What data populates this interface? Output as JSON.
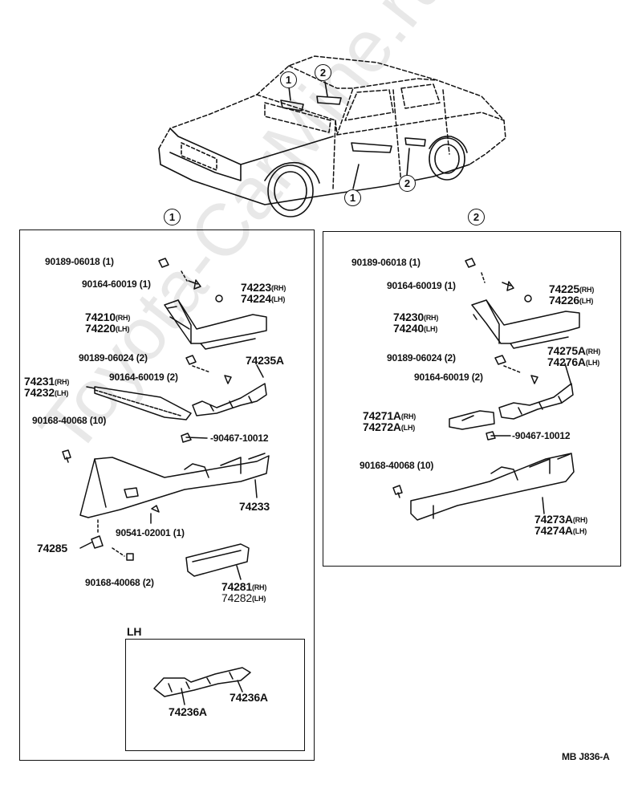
{
  "watermark": "Toyota-CarMine.ru",
  "callouts": {
    "one": "1",
    "two": "2"
  },
  "panel_left": {
    "parts": [
      {
        "num": "90189-06018",
        "qty": "(1)"
      },
      {
        "num": "90164-60019",
        "qty": "(1)"
      },
      {
        "num": "74223",
        "side": "(RH)"
      },
      {
        "num": "74224",
        "side": "(LH)"
      },
      {
        "num": "74210",
        "side": "(RH)"
      },
      {
        "num": "74220",
        "side": "(LH)"
      },
      {
        "num": "90189-06024",
        "qty": "(2)"
      },
      {
        "num": "74235A"
      },
      {
        "num": "74231",
        "side": "(RH)"
      },
      {
        "num": "74232",
        "side": "(LH)"
      },
      {
        "num": "90164-60019",
        "qty": "(2)"
      },
      {
        "num": "90168-40068",
        "qty": "(10)"
      },
      {
        "num": "90467-10012"
      },
      {
        "num": "74233"
      },
      {
        "num": "90541-02001",
        "qty": "(1)"
      },
      {
        "num": "74285"
      },
      {
        "num": "90168-40068",
        "qty": "(2)"
      },
      {
        "num": "74281",
        "side": "(RH)"
      },
      {
        "num": "74282",
        "side": "(LH)"
      }
    ],
    "inset": {
      "title": "LH",
      "parts": [
        "74236A",
        "74236A"
      ]
    }
  },
  "panel_right": {
    "parts": [
      {
        "num": "90189-06018",
        "qty": "(1)"
      },
      {
        "num": "90164-60019",
        "qty": "(1)"
      },
      {
        "num": "74225",
        "side": "(RH)"
      },
      {
        "num": "74226",
        "side": "(LH)"
      },
      {
        "num": "74230",
        "side": "(RH)"
      },
      {
        "num": "74240",
        "side": "(LH)"
      },
      {
        "num": "90189-06024",
        "qty": "(2)"
      },
      {
        "num": "74275A",
        "side": "(RH)"
      },
      {
        "num": "74276A",
        "side": "(LH)"
      },
      {
        "num": "90164-60019",
        "qty": "(2)"
      },
      {
        "num": "74271A",
        "side": "(RH)"
      },
      {
        "num": "74272A",
        "side": "(LH)"
      },
      {
        "num": "90467-10012"
      },
      {
        "num": "90168-40068",
        "qty": "(10)"
      },
      {
        "num": "74273A",
        "side": "(RH)"
      },
      {
        "num": "74274A",
        "side": "(LH)"
      }
    ]
  },
  "footer_code": "MB  J836-A"
}
